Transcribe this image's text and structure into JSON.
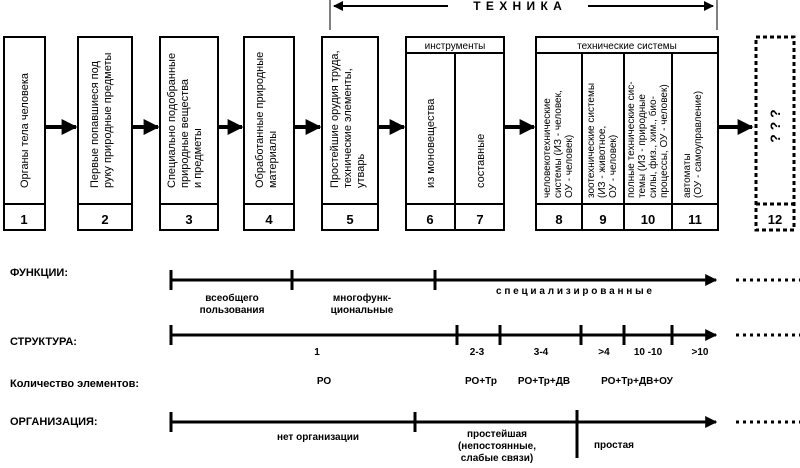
{
  "tech_header": "Т Е Х Н И К А",
  "boxes": [
    {
      "num": "1",
      "lines": [
        "Органы тела человека"
      ]
    },
    {
      "num": "2",
      "lines": [
        "Первые попавшиеся под",
        "руку природные предметы"
      ]
    },
    {
      "num": "3",
      "lines": [
        "Специально подобранные",
        "природные вещества",
        "и предметы"
      ]
    },
    {
      "num": "4",
      "lines": [
        "Обработанные природные",
        "материалы"
      ]
    },
    {
      "num": "5",
      "lines": [
        "Простейшие орудия труда,",
        "технические элементы,",
        "утварь"
      ]
    }
  ],
  "instruments": {
    "header": "инструменты",
    "cols": [
      {
        "num": "6",
        "lines": [
          "из моновещества"
        ]
      },
      {
        "num": "7",
        "lines": [
          "составные"
        ]
      }
    ]
  },
  "tech_systems": {
    "header": "технические системы",
    "cols": [
      {
        "num": "8",
        "lines": [
          "человекотехнические",
          "системы (ИЗ - человек,",
          "ОУ - человек)"
        ]
      },
      {
        "num": "9",
        "lines": [
          "зоотехнические системы",
          "(ИЗ - животное,",
          "ОУ - человек)"
        ]
      },
      {
        "num": "10",
        "lines": [
          "полные технические сис-",
          "темы (ИЗ - природные",
          "силы, физ., хим., био-",
          "процессы, ОУ - человек)"
        ]
      },
      {
        "num": "11",
        "lines": [
          "автоматы",
          "(ОУ - самоуправление)"
        ]
      }
    ]
  },
  "unknown": {
    "num": "12",
    "text": "? ? ?"
  },
  "functions": {
    "title": "ФУНКЦИИ:",
    "seg1": [
      "всеобщего",
      "пользования"
    ],
    "seg2": [
      "многофунк-",
      "циональные"
    ],
    "seg3": "с п е ц и а л и з и р о в а н н ы е"
  },
  "structure": {
    "title": "СТРУКТУРА:",
    "labels": [
      "1",
      "2-3",
      "3-4",
      ">4",
      "10 -10",
      ">10"
    ]
  },
  "elements": {
    "title": "Количество элементов:",
    "labels": [
      "РО",
      "РО+Тр",
      "РО+Тр+ДВ",
      "РО+Тр+ДВ+ОУ"
    ]
  },
  "organization": {
    "title": "ОРГАНИЗАЦИЯ:",
    "seg1": "нет организации",
    "seg2": [
      "простейшая",
      "(непостоянные,",
      "слабые связи)"
    ],
    "seg3": "простая"
  }
}
